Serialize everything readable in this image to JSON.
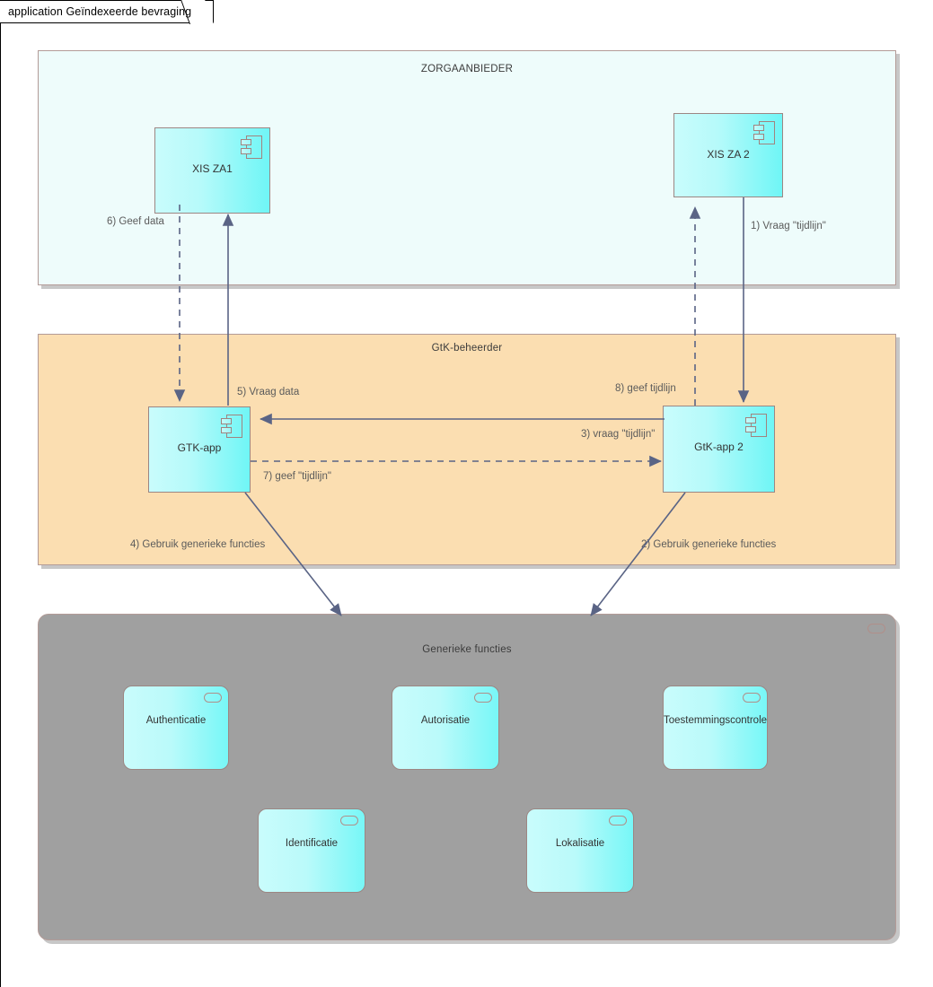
{
  "window": {
    "tab_label": "application Geïndexeerde bevraging"
  },
  "groups": [
    {
      "id": "zorgaanbieder",
      "title": "ZORGAANBIEDER",
      "fill": "#eefcfb",
      "border": "#b39b97"
    },
    {
      "id": "gtk-beheerder",
      "title": "GtK-beheerder",
      "fill": "#fbdeb1",
      "border": "#b39b97"
    },
    {
      "id": "generieke-functies",
      "title": "Generieke functies",
      "fill": "#a0a0a0",
      "border": "#b08f8a"
    }
  ],
  "components": [
    {
      "id": "xis-za1",
      "label": "XIS ZA1",
      "icon": "uml-component-icon"
    },
    {
      "id": "xis-za2",
      "label": "XIS ZA 2",
      "icon": "uml-component-icon"
    },
    {
      "id": "gtk-app",
      "label": "GTK-app",
      "icon": "uml-component-icon"
    },
    {
      "id": "gtk-app-2",
      "label": "GtK-app 2",
      "icon": "uml-component-icon"
    }
  ],
  "functions": [
    {
      "id": "authenticatie",
      "label": "Authenticatie",
      "icon": "service-rounded-icon"
    },
    {
      "id": "autorisatie",
      "label": "Autorisatie",
      "icon": "service-rounded-icon"
    },
    {
      "id": "toestemmingscontrole",
      "label": "Toestemmingscontrole",
      "icon": "service-rounded-icon"
    },
    {
      "id": "identificatie",
      "label": "Identificatie",
      "icon": "service-rounded-icon"
    },
    {
      "id": "lokalisatie",
      "label": "Lokalisatie",
      "icon": "service-rounded-icon"
    }
  ],
  "connectors": [
    {
      "id": "c1",
      "label": "1) Vraag \"tijdlijn\"",
      "style": "solid",
      "from": "xis-za2",
      "to": "gtk-app-2"
    },
    {
      "id": "c2",
      "label": "2) Gebruik generieke functies",
      "style": "solid",
      "from": "gtk-app-2",
      "to": "generieke-functies"
    },
    {
      "id": "c3",
      "label": "3) vraag \"tijdlijn\"",
      "style": "solid",
      "from": "gtk-app-2",
      "to": "gtk-app"
    },
    {
      "id": "c4",
      "label": "4) Gebruik generieke functies",
      "style": "solid",
      "from": "gtk-app",
      "to": "generieke-functies"
    },
    {
      "id": "c5",
      "label": "5) Vraag data",
      "style": "solid",
      "from": "gtk-app",
      "to": "xis-za1"
    },
    {
      "id": "c6",
      "label": "6) Geef data",
      "style": "dashed",
      "from": "xis-za1",
      "to": "gtk-app"
    },
    {
      "id": "c7",
      "label": "7) geef \"tijdlijn\"",
      "style": "dashed",
      "from": "gtk-app",
      "to": "gtk-app-2"
    },
    {
      "id": "c8",
      "label": "8) geef tijdlijn",
      "style": "dashed",
      "from": "gtk-app-2",
      "to": "xis-za2"
    }
  ],
  "colors": {
    "component_fill": "#9ff9f9",
    "group_zorgaanbieder": "#eefcfb",
    "group_gtk": "#fbdeb1",
    "group_generiek": "#a0a0a0",
    "connector": "#5a6485",
    "border": "#9c8683"
  }
}
